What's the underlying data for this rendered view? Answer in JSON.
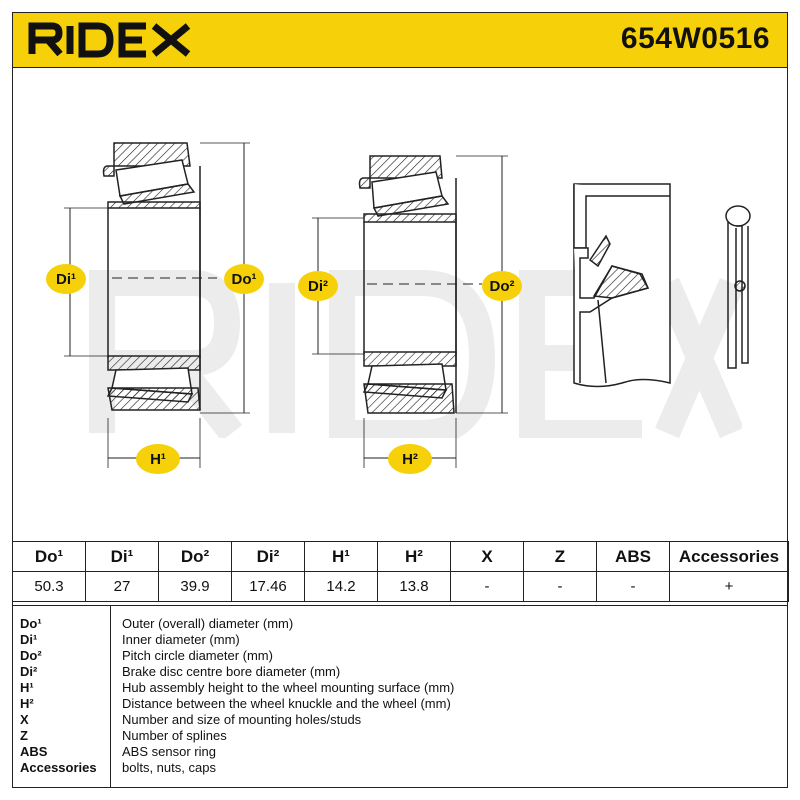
{
  "brand": {
    "name": "RIDEX",
    "accent": "#f6d10a"
  },
  "part_number": "654W0516",
  "diagram_labels": {
    "di1": "Di¹",
    "do1": "Do¹",
    "h1": "H¹",
    "di2": "Di²",
    "do2": "Do²",
    "h2": "H²"
  },
  "specs_table": {
    "headers": [
      "Do¹",
      "Di¹",
      "Do²",
      "Di²",
      "H¹",
      "H²",
      "X",
      "Z",
      "ABS",
      "Accessories"
    ],
    "values": [
      "50.3",
      "27",
      "39.9",
      "17.46",
      "14.2",
      "13.8",
      "-",
      "-",
      "-",
      "+"
    ]
  },
  "legend": [
    {
      "code": "Do¹",
      "desc": "Outer (overall) diameter (mm)"
    },
    {
      "code": "Di¹",
      "desc": "Inner diameter (mm)"
    },
    {
      "code": "Do²",
      "desc": "Pitch circle diameter (mm)"
    },
    {
      "code": "Di²",
      "desc": "Brake disc centre bore diameter (mm)"
    },
    {
      "code": "H¹",
      "desc": "Hub assembly height to the wheel mounting surface (mm)"
    },
    {
      "code": "H²",
      "desc": "Distance between the wheel knuckle and the wheel (mm)"
    },
    {
      "code": "X",
      "desc": "Number and size of mounting holes/studs"
    },
    {
      "code": "Z",
      "desc": "Number of splines"
    },
    {
      "code": "ABS",
      "desc": "ABS sensor ring"
    },
    {
      "code": "Accessories",
      "desc": "bolts, nuts, caps"
    }
  ]
}
